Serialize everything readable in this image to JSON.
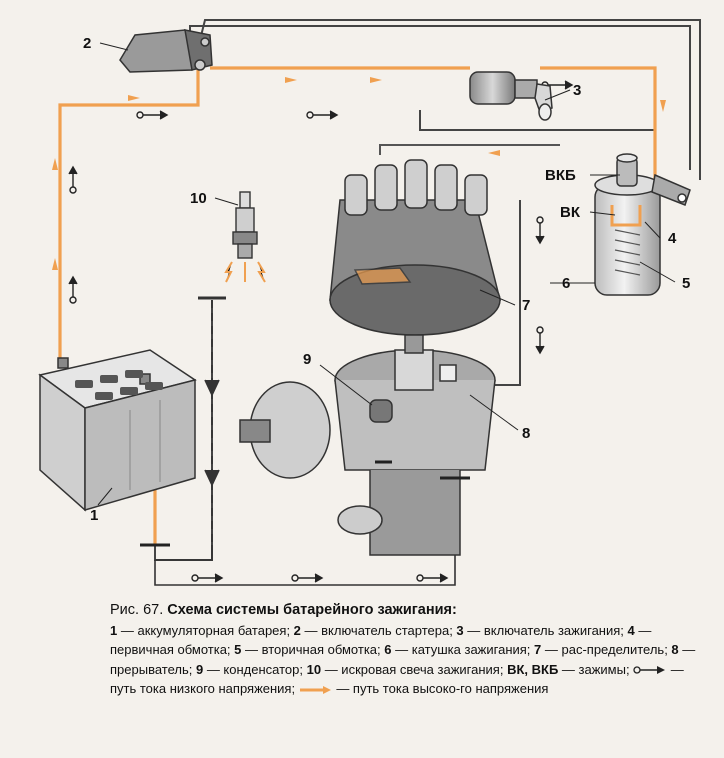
{
  "figure": {
    "ref": "Рис. 67.",
    "title": "Схема системы батарейного зажигания:"
  },
  "callouts": {
    "c1": "1",
    "c2": "2",
    "c3": "3",
    "c4": "4",
    "c5": "5",
    "c6": "6",
    "c7": "7",
    "c8": "8",
    "c9": "9",
    "c10": "10",
    "vkb": "ВКБ",
    "vk": "ВК"
  },
  "legend": [
    {
      "num": "1",
      "text": " — аккумуляторная батарея; "
    },
    {
      "num": "2",
      "text": " — включатель стартера; "
    },
    {
      "num": "3",
      "text": " — включатель зажигания;"
    },
    {
      "num": "4",
      "text": " — первичная обмотка; "
    },
    {
      "num": "5",
      "text": " — вторичная обмотка; "
    },
    {
      "num": "6",
      "text": " — катушка зажигания; "
    },
    {
      "num": "7",
      "text": " — рас-пределитель; "
    },
    {
      "num": "8",
      "text": " — прерыватель; "
    },
    {
      "num": "9",
      "text": " — конденсатор; "
    },
    {
      "num": "10",
      "text": " — искровая свеча зажигания;"
    },
    {
      "num": "ВК, ВКБ",
      "text": " — зажимы; "
    },
    {
      "num": "",
      "text": " — путь тока низкого напряжения; "
    },
    {
      "num": "",
      "text": " — путь тока высоко-го напряжения"
    }
  ],
  "colors": {
    "high_voltage_path": "#f0a050",
    "low_voltage_path": "#222222",
    "ink": "#333333",
    "background": "#f4f1ec"
  }
}
